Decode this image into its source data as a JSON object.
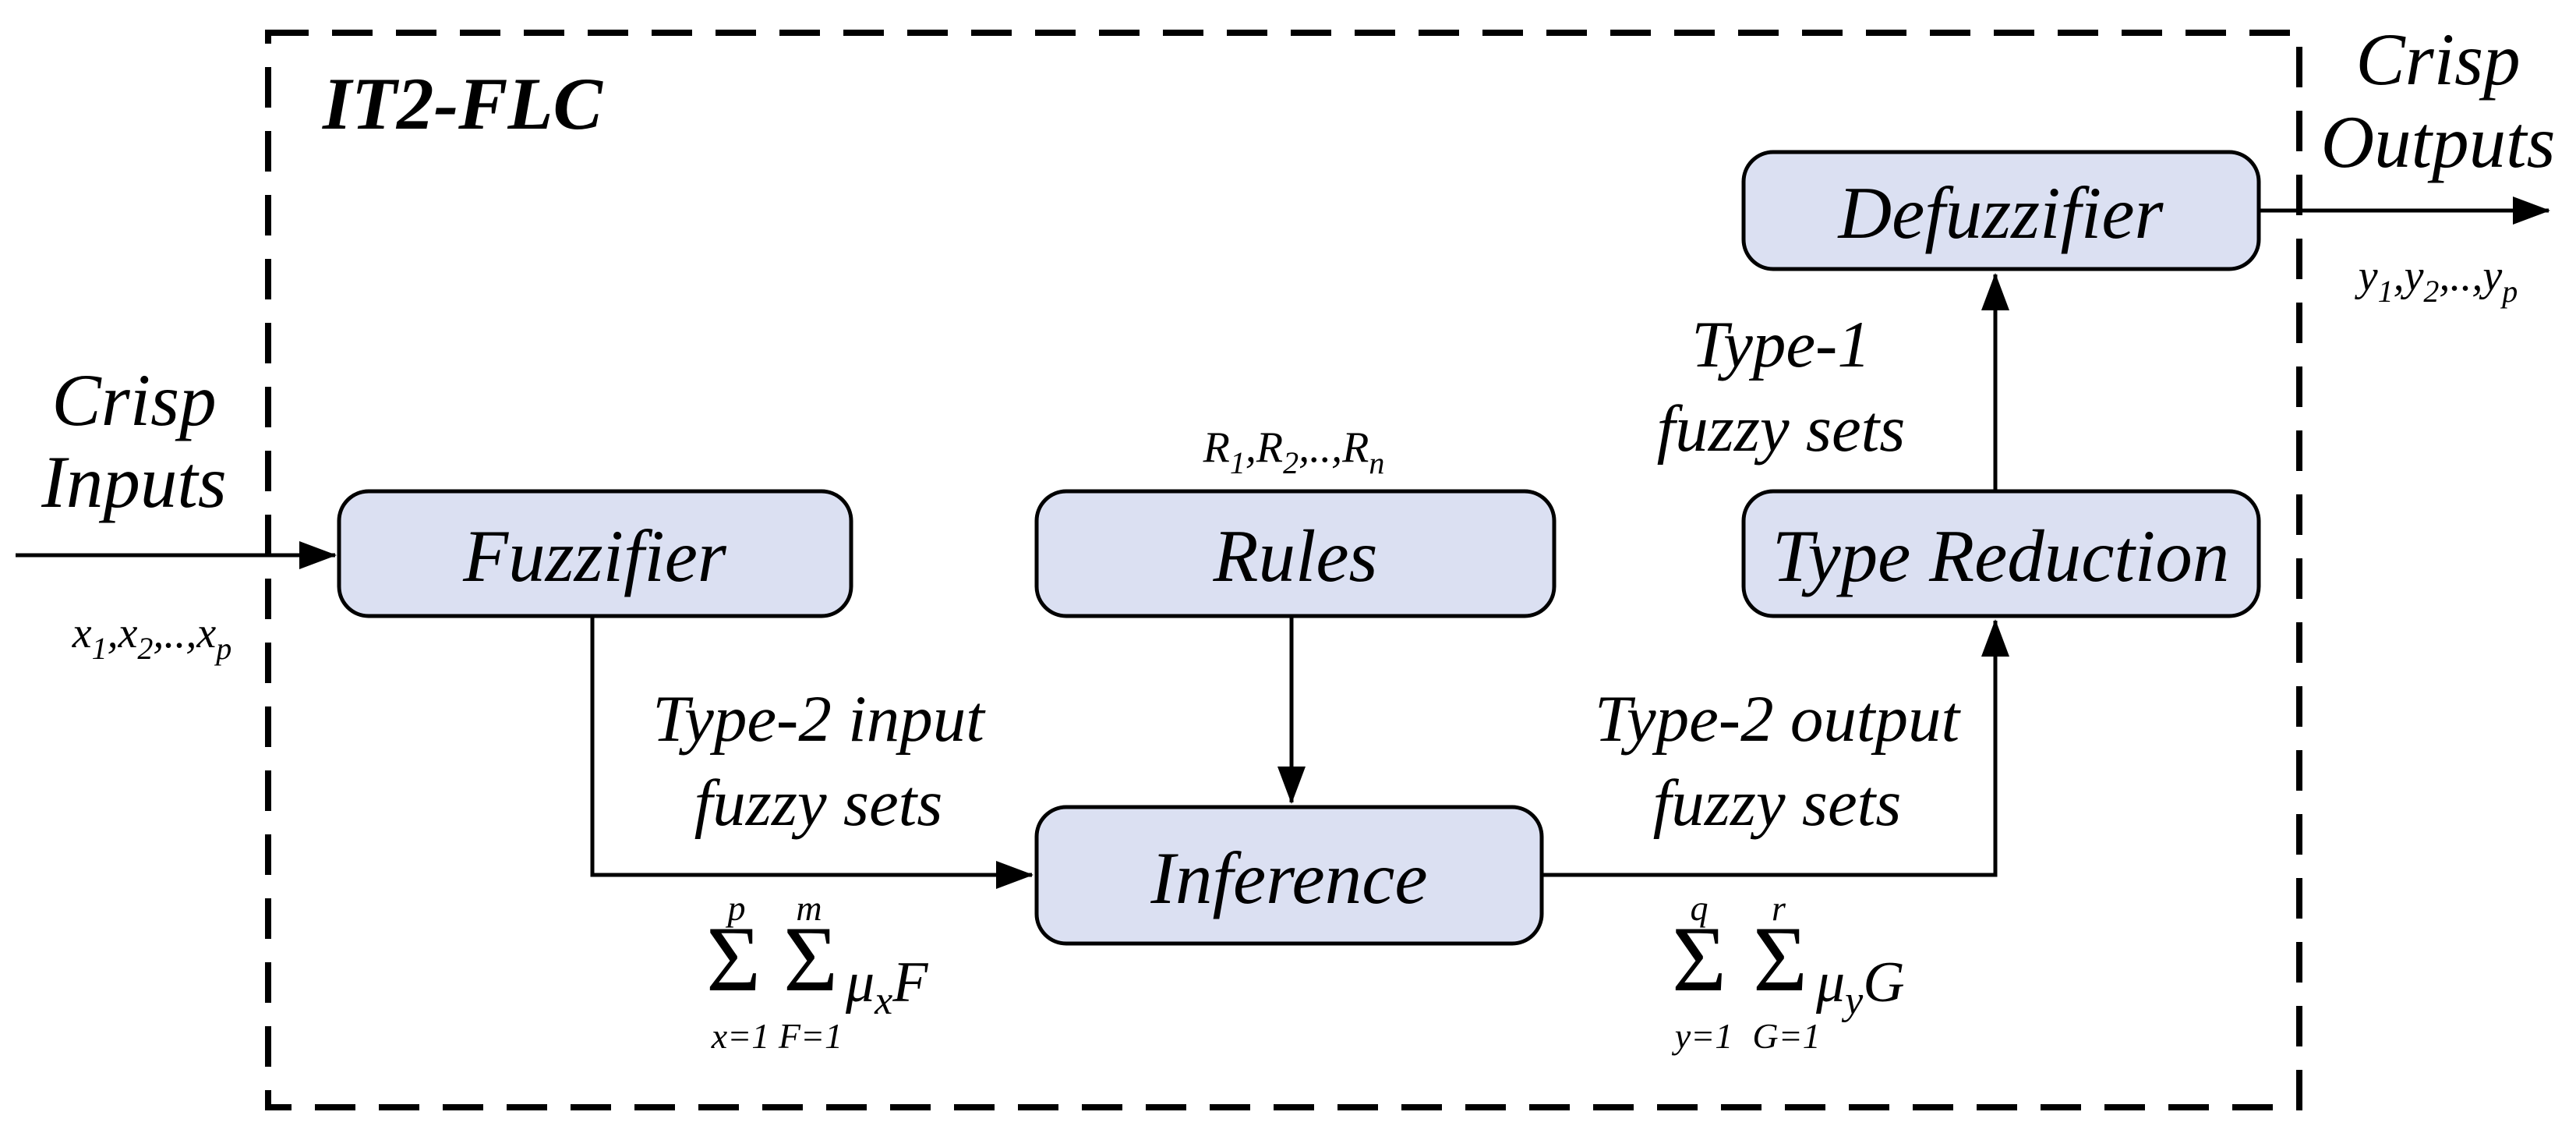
{
  "figure": {
    "container_label": "IT2-FLC",
    "colors": {
      "background": "#ffffff",
      "box_fill": "#dbe0f2",
      "box_stroke": "#000000",
      "line": "#000000",
      "text": "#000000"
    }
  },
  "input": {
    "line1": "Crisp",
    "line2": "Inputs",
    "vars": {
      "parts": [
        {
          "t": "x",
          "s": "1"
        },
        {
          "t": ",x",
          "s": "2"
        },
        {
          "t": ",..,x",
          "s": "p"
        }
      ]
    }
  },
  "output": {
    "line1": "Crisp",
    "line2": "Outputs",
    "vars": {
      "parts": [
        {
          "t": "y",
          "s": "1"
        },
        {
          "t": ",y",
          "s": "2"
        },
        {
          "t": ",..,y",
          "s": "p"
        }
      ]
    }
  },
  "blocks": {
    "fuzzifier": {
      "label": "Fuzzifier"
    },
    "rules": {
      "label": "Rules",
      "vars": {
        "parts": [
          {
            "t": "R",
            "s": "1"
          },
          {
            "t": ",R",
            "s": "2"
          },
          {
            "t": ",..,R",
            "s": "n"
          }
        ]
      }
    },
    "inference": {
      "label": "Inference"
    },
    "type_reduction": {
      "label": "Type Reduction"
    },
    "defuzzifier": {
      "label": "Defuzzifier"
    }
  },
  "annotations": {
    "type2_input": {
      "line1": "Type-2 input",
      "line2": "fuzzy sets"
    },
    "type2_output": {
      "line1": "Type-2 output",
      "line2": "fuzzy sets"
    },
    "type1": {
      "line1": "Type-1",
      "line2": "fuzzy sets"
    },
    "sum_input": {
      "sigma": "Σ",
      "sup1": "p",
      "sub1": "x=1",
      "sup2": "m",
      "sub2": "F=1",
      "mu": "μ",
      "mu_sub": "x",
      "factor": "F"
    },
    "sum_output": {
      "sigma": "Σ",
      "sup1": "q",
      "sub1": "y=1",
      "sup2": "r",
      "sub2": "G=1",
      "mu": "μ",
      "mu_sub": "y",
      "factor": "G"
    }
  }
}
